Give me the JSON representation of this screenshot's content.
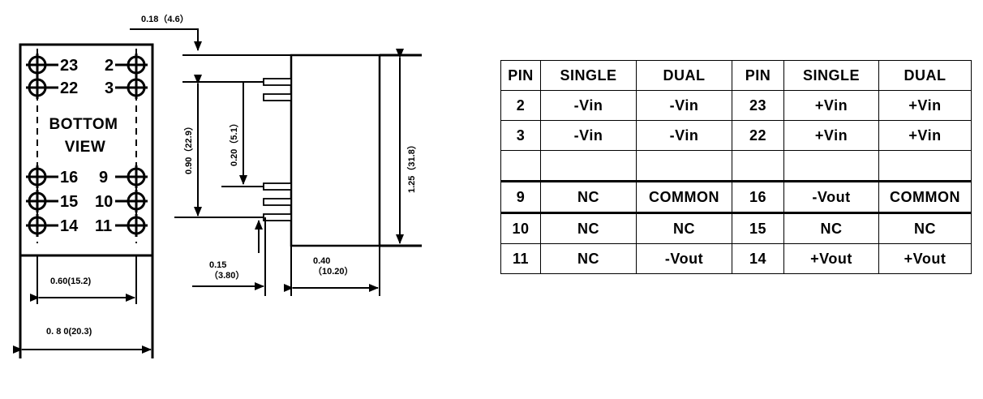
{
  "drawing": {
    "bottom_view_label_line1": "BOTTOM",
    "bottom_view_label_line2": "VIEW",
    "pins_left": [
      "23",
      "22",
      "16",
      "15",
      "14"
    ],
    "pins_right": [
      "2",
      "3",
      "9",
      "10",
      "11"
    ],
    "dim_pin_width": "0.60(15.2)",
    "dim_body_width": "0. 8 0(20.3)",
    "dim_pin_length": "0.18（4.6）",
    "dim_pin_span": "0.90（22.9）",
    "dim_pin_pitch": "0.20（5.1）",
    "dim_standoff_top": "0.15",
    "dim_standoff_bottom": "（3.80）",
    "dim_thickness_top": "0.40",
    "dim_thickness_bottom": "（10.20）",
    "dim_height": "1.25（31.8）"
  },
  "pin_table": {
    "headers": [
      "PIN",
      "SINGLE",
      "DUAL",
      "PIN",
      "SINGLE",
      "DUAL"
    ],
    "rows": [
      [
        "2",
        "-Vin",
        "-Vin",
        "23",
        "+Vin",
        "+Vin"
      ],
      [
        "3",
        "-Vin",
        "-Vin",
        "22",
        "+Vin",
        "+Vin"
      ],
      [
        "",
        "",
        "",
        "",
        "",
        ""
      ],
      [
        "9",
        "NC",
        "COMMON",
        "16",
        "-Vout",
        "COMMON"
      ],
      [
        "10",
        "NC",
        "NC",
        "15",
        "NC",
        "NC"
      ],
      [
        "11",
        "NC",
        "-Vout",
        "14",
        "+Vout",
        "+Vout"
      ]
    ]
  }
}
